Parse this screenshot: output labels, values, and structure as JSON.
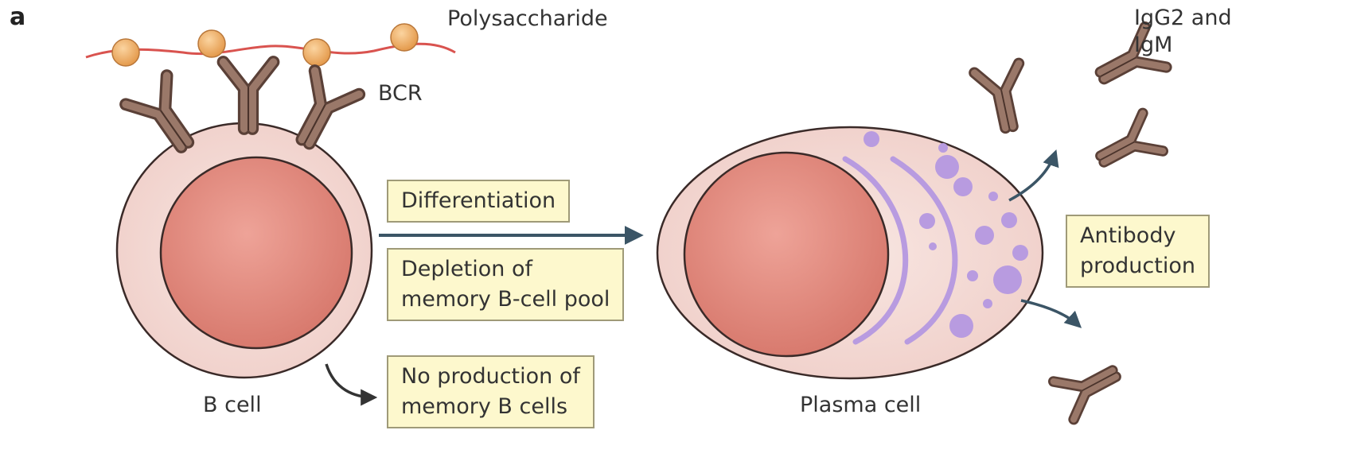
{
  "panel_label": "a",
  "labels": {
    "polysaccharide": "Polysaccharide",
    "bcr": "BCR",
    "b_cell": "B cell",
    "plasma_cell": "Plasma cell",
    "igg2_igm_line1": "IgG2 and",
    "igg2_igm_line2": "IgM"
  },
  "boxes": {
    "differentiation": [
      "Differentiation"
    ],
    "depletion": [
      "Depletion of",
      "memory B-cell pool"
    ],
    "no_production": [
      "No production of",
      "memory B cells"
    ],
    "antibody_production": [
      "Antibody",
      "production"
    ]
  },
  "colors": {
    "cell_outer": "#f3d8d3",
    "nucleus": "#e38f84",
    "antibody": "#8b6a5d",
    "antigen_bead": "#f3b068",
    "polysaccharide_chain": "#d9534f",
    "granule": "#b89be0",
    "arrow": "#3b5566",
    "box_fill": "#fdf8cd"
  }
}
